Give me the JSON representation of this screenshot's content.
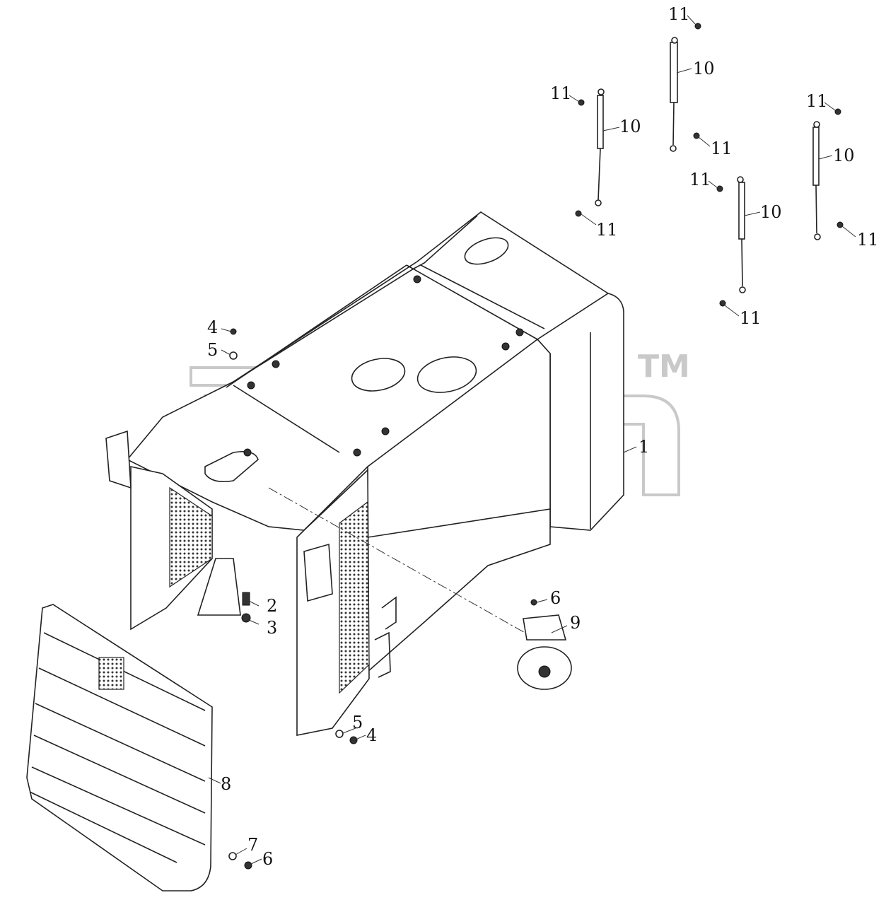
{
  "diagram": {
    "watermark": {
      "trademark": "TM"
    },
    "callouts": [
      {
        "id": "c1",
        "label": "1"
      },
      {
        "id": "c2",
        "label": "2"
      },
      {
        "id": "c3",
        "label": "3"
      },
      {
        "id": "c4a",
        "label": "4"
      },
      {
        "id": "c5a",
        "label": "5"
      },
      {
        "id": "c4b",
        "label": "4"
      },
      {
        "id": "c5b",
        "label": "5"
      },
      {
        "id": "c6a",
        "label": "6"
      },
      {
        "id": "c9",
        "label": "9"
      },
      {
        "id": "c8",
        "label": "8"
      },
      {
        "id": "c7",
        "label": "7"
      },
      {
        "id": "c6b",
        "label": "6"
      },
      {
        "id": "c10a",
        "label": "10"
      },
      {
        "id": "c11a",
        "label": "11"
      },
      {
        "id": "c11b",
        "label": "11"
      },
      {
        "id": "c10b",
        "label": "10"
      },
      {
        "id": "c11c",
        "label": "11"
      },
      {
        "id": "c11d",
        "label": "11"
      },
      {
        "id": "c10c",
        "label": "10"
      },
      {
        "id": "c11e",
        "label": "11"
      },
      {
        "id": "c11f",
        "label": "11"
      },
      {
        "id": "c10d",
        "label": "10"
      },
      {
        "id": "c11g",
        "label": "11"
      },
      {
        "id": "c11h",
        "label": "11"
      }
    ]
  }
}
